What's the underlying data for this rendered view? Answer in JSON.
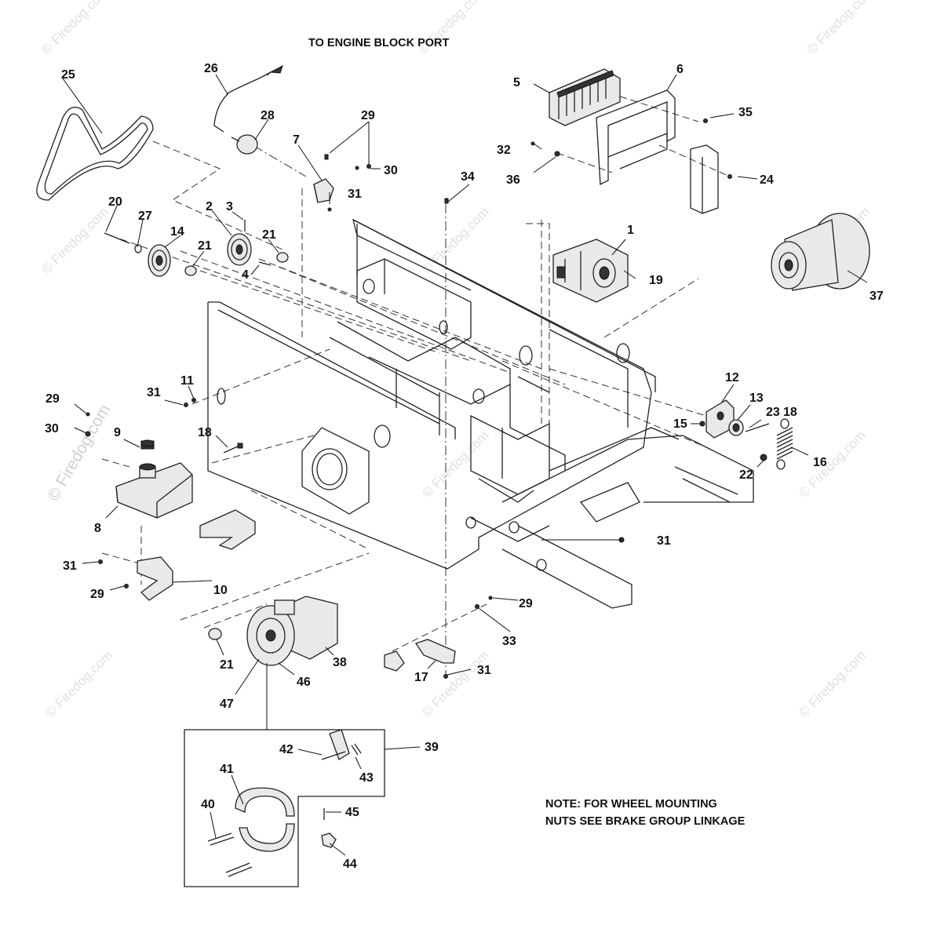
{
  "callouts": {
    "c1": "1",
    "c2": "2",
    "c3": "3",
    "c4": "4",
    "c5": "5",
    "c6": "6",
    "c7": "7",
    "c8": "8",
    "c9": "9",
    "c10": "10",
    "c11": "11",
    "c12": "12",
    "c13": "13",
    "c14": "14",
    "c15": "15",
    "c16": "16",
    "c17": "17",
    "c18": "18",
    "c19": "19",
    "c20": "20",
    "c21": "21",
    "c22": "22",
    "c23": "23",
    "c24": "24",
    "c25": "25",
    "c26": "26",
    "c27": "27",
    "c28": "28",
    "c29": "29",
    "c30": "30",
    "c31": "31",
    "c32": "32",
    "c33": "33",
    "c34": "34",
    "c35": "35",
    "c36": "36",
    "c37": "37",
    "c38": "38",
    "c39": "39",
    "c40": "40",
    "c41": "41",
    "c42": "42",
    "c43": "43",
    "c44": "44",
    "c45": "45",
    "c46": "46",
    "c47": "47"
  },
  "notes": {
    "engine_port": "TO ENGINE BLOCK PORT",
    "wheel_line1": "NOTE: FOR WHEEL MOUNTING",
    "wheel_line2": "NUTS SEE BRAKE GROUP LINKAGE"
  },
  "watermark": {
    "text": "© Firedog.com",
    "short": "© Firedog.com"
  },
  "colors": {
    "line": "#222222",
    "watermark": "#d8d8d8",
    "background": "#ffffff"
  }
}
